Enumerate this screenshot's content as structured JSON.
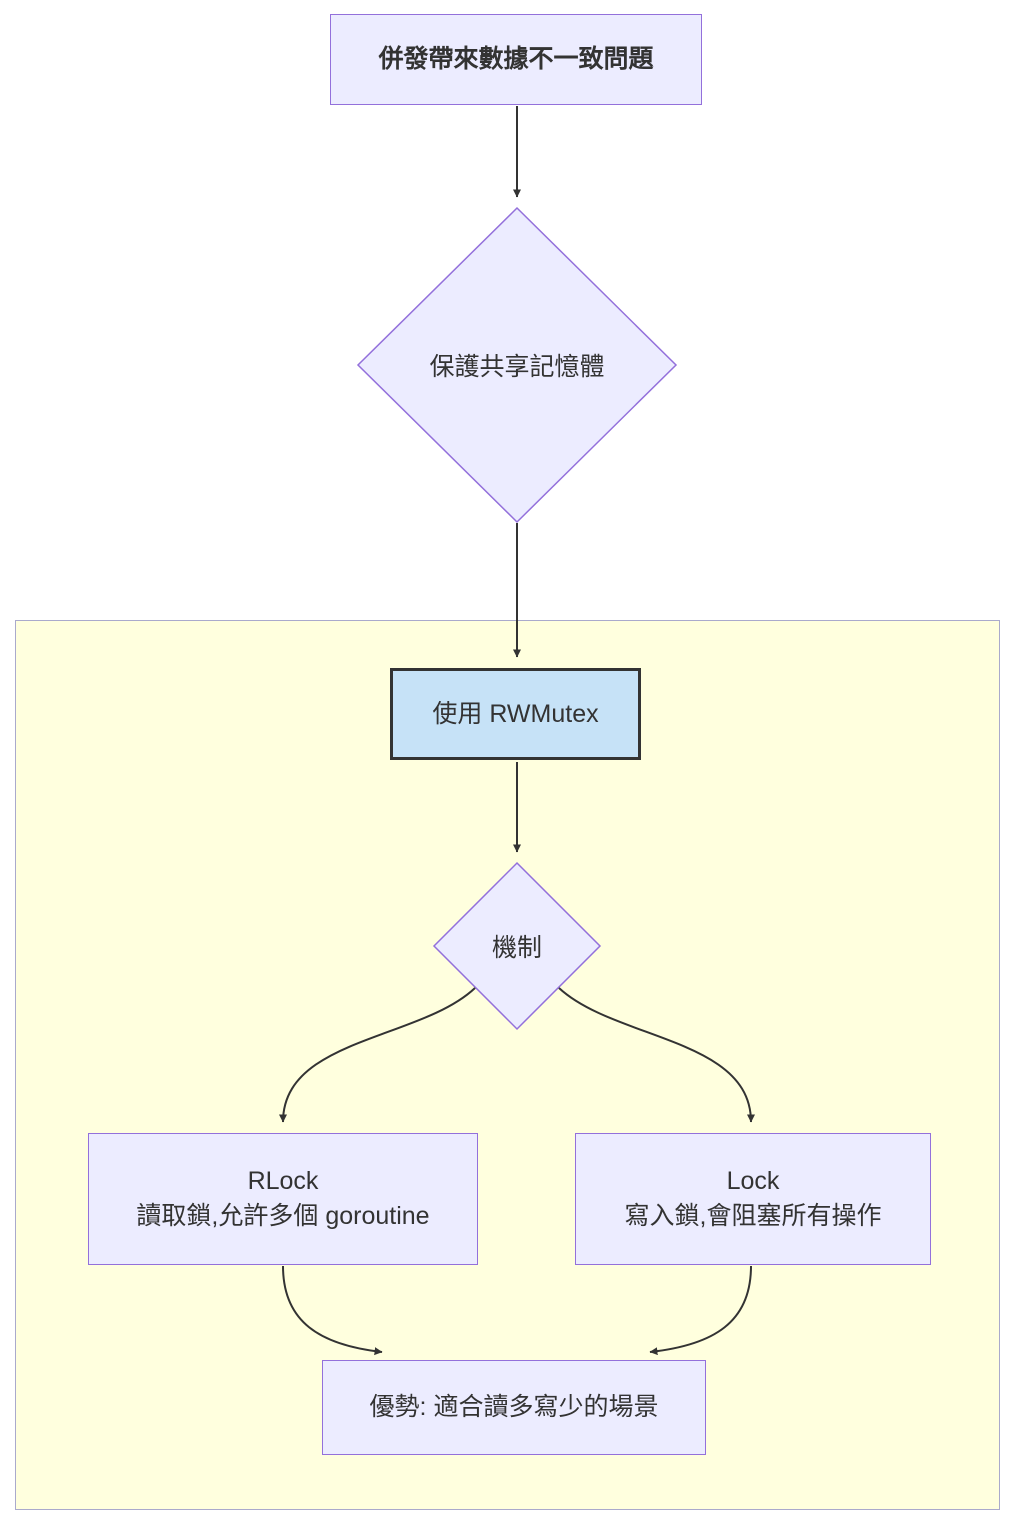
{
  "colors": {
    "node_fill": "#ECECFF",
    "node_border": "#9370DB",
    "subgraph_fill": "#FFFFDE",
    "subgraph_border": "#AAAACC",
    "highlight_fill": "#C6E2F7",
    "highlight_border": "#333333",
    "edge": "#333333",
    "text": "#333333"
  },
  "nodes": {
    "problem": "併發帶來數據不一致問題",
    "protect": "保護共享記憶體",
    "rwmutex": "使用 RWMutex",
    "mechanism": "機制",
    "rlock": {
      "title": "RLock",
      "desc": "讀取鎖,允許多個 goroutine"
    },
    "lock": {
      "title": "Lock",
      "desc": "寫入鎖,會阻塞所有操作"
    },
    "advantage": "優勢: 適合讀多寫少的場景"
  }
}
